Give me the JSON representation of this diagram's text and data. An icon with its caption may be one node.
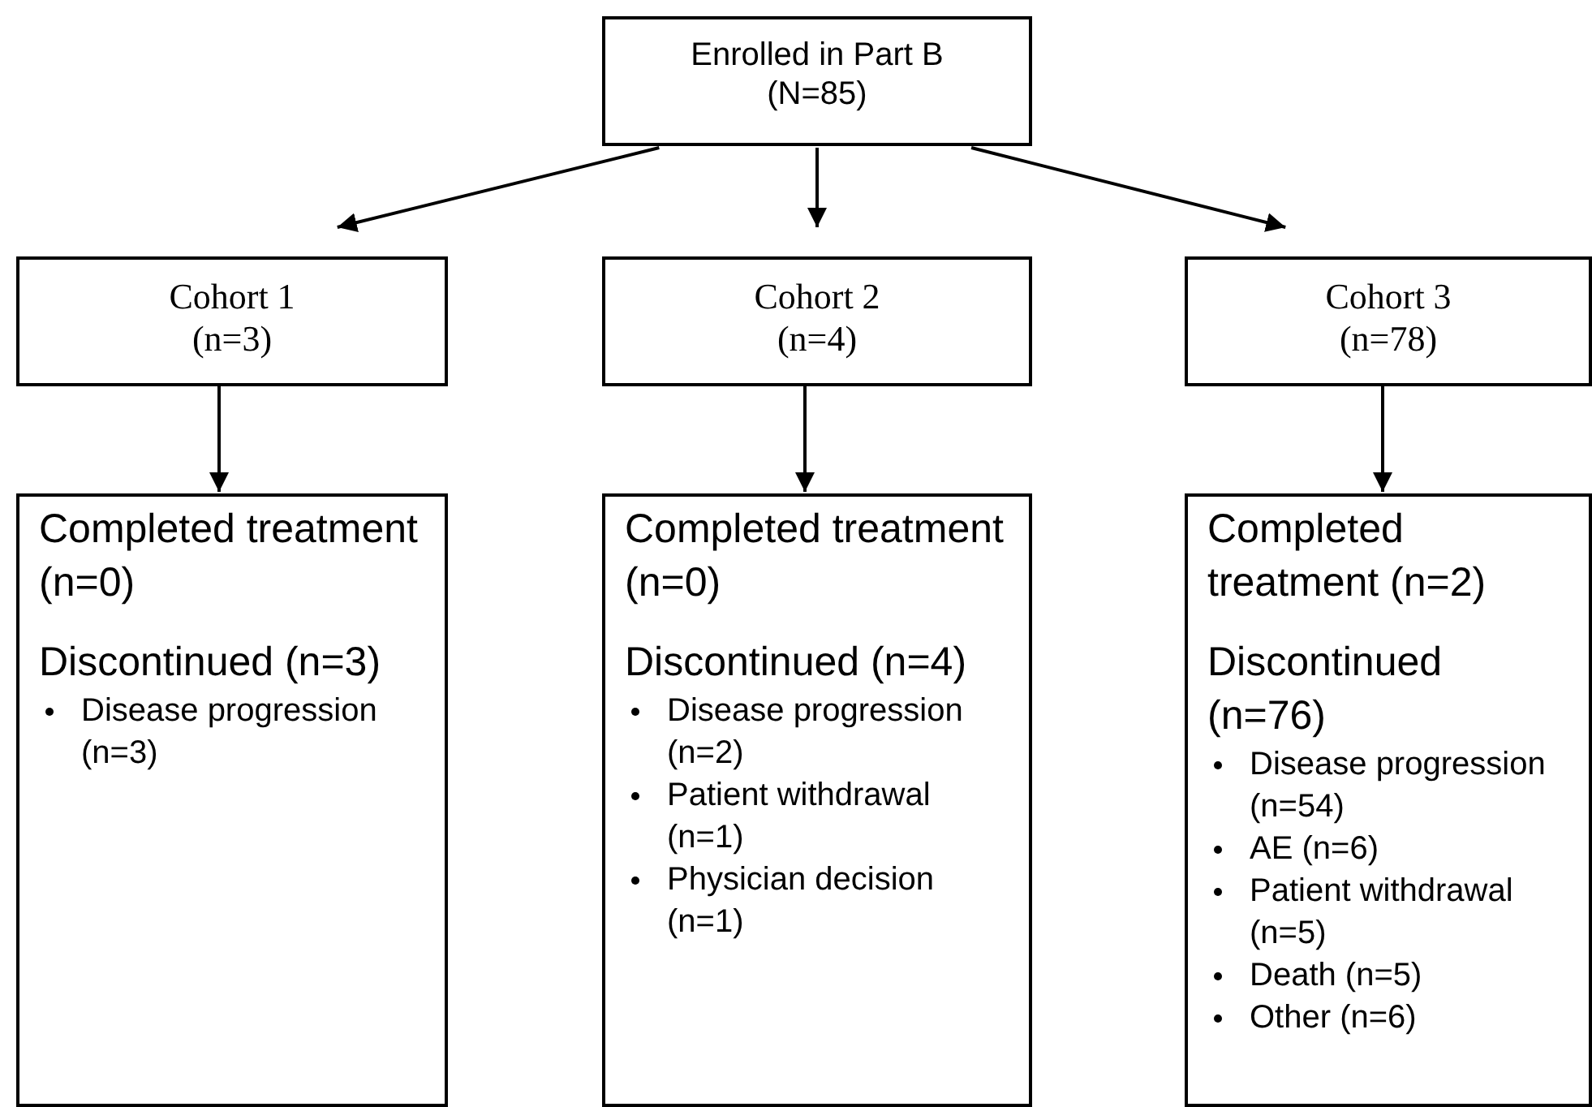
{
  "diagram": {
    "nodes": [
      {
        "text": [
          "Enrolled in Part B",
          "(N=85)"
        ]
      },
      {
        "text": [
          "Cohort 1",
          "(n=3)"
        ]
      },
      {
        "text": [
          "Cohort 2",
          "(n=4)"
        ]
      },
      {
        "text": [
          "Cohort 3",
          "(n=78)"
        ]
      },
      {
        "text": [
          "Completed treatment (n=0)",
          "Discontinued (n=3)",
          "Disease progression (n=3)"
        ]
      },
      {
        "text": [
          "Completed treatment (n=0)",
          "Discontinued (n=4)",
          "Disease progression (n=2)",
          "Patient withdrawal (n=1)",
          "Physician decision (n=1)"
        ]
      },
      {
        "text": [
          "Completed treatment (n=2)",
          "Discontinued (n=76)",
          "Disease progression (n=54)",
          "AE (n=6)",
          "Patient withdrawal (n=5)",
          "Death (n=5)",
          "Other (n=6)"
        ]
      }
    ],
    "edges": [
      {
        "from": 0,
        "to": 1,
        "arrow": "to"
      },
      {
        "from": 0,
        "to": 2,
        "arrow": "to"
      },
      {
        "from": 0,
        "to": 3,
        "arrow": "to"
      },
      {
        "from": 1,
        "to": 4,
        "arrow": "to"
      },
      {
        "from": 2,
        "to": 5,
        "arrow": "to"
      },
      {
        "from": 3,
        "to": 6,
        "arrow": "to"
      }
    ]
  }
}
